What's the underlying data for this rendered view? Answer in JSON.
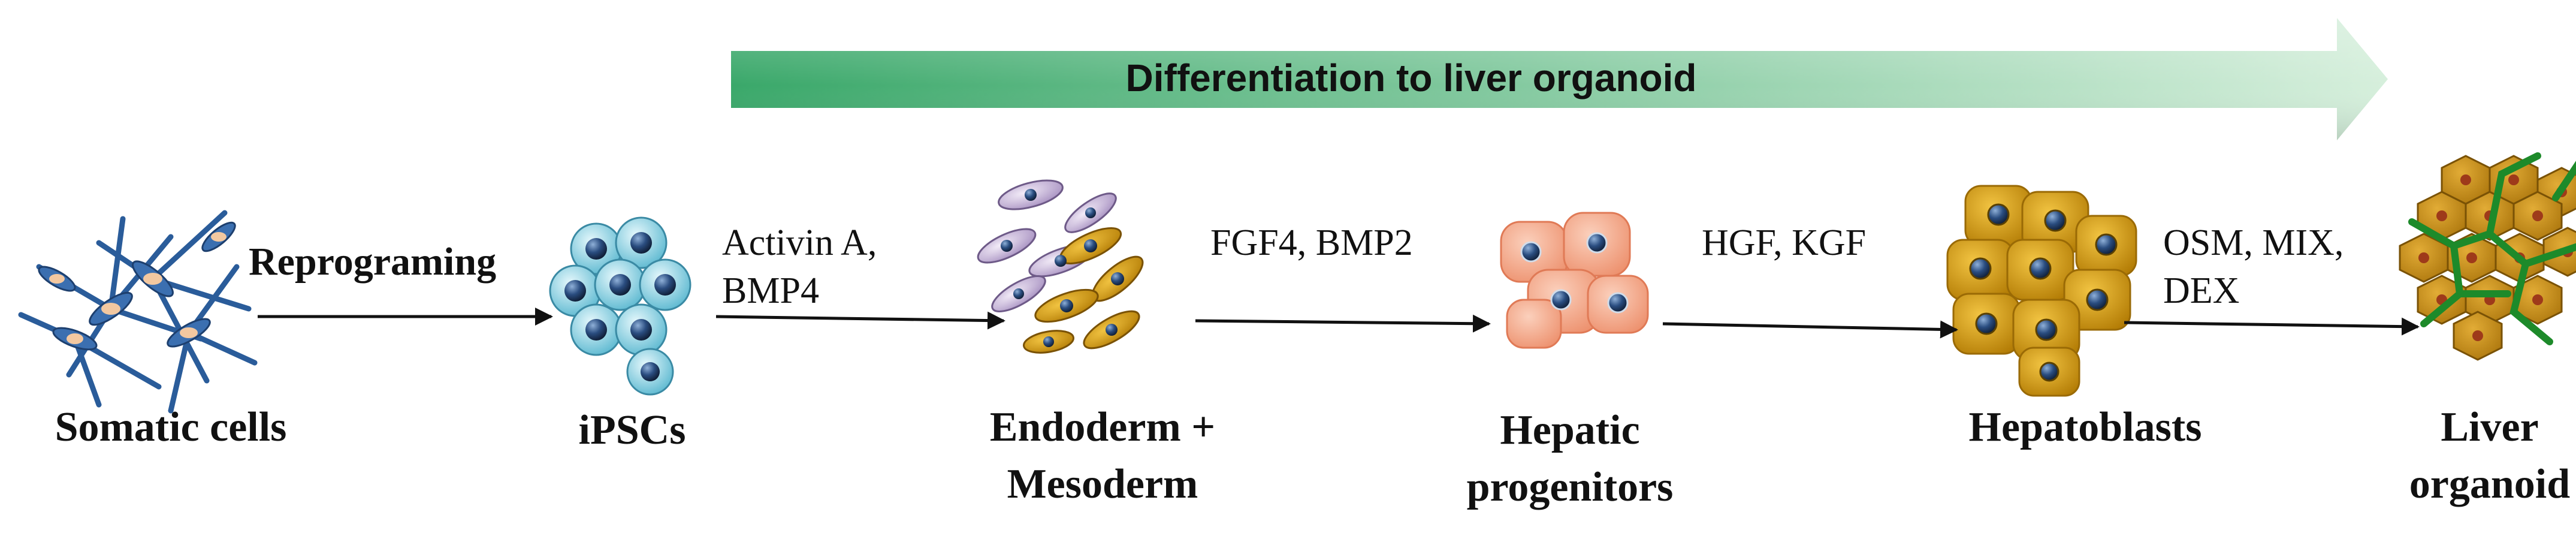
{
  "banner": {
    "text": "Differentiation to liver organoid"
  },
  "stages": [
    {
      "id": "somatic",
      "label_lines": [
        "Somatic cells"
      ],
      "icon": "somatic-cells-icon"
    },
    {
      "id": "ipsc",
      "label_lines": [
        "iPSCs"
      ],
      "icon": "ipsc-cluster-icon"
    },
    {
      "id": "endo",
      "label_lines": [
        "Endoderm +",
        "Mesoderm"
      ],
      "icon": "endoderm-mesoderm-cells-icon"
    },
    {
      "id": "hep-prog",
      "label_lines": [
        "Hepatic",
        "progenitors"
      ],
      "icon": "hepatic-progenitor-cells-icon"
    },
    {
      "id": "hepatoblasts",
      "label_lines": [
        "Hepatoblasts"
      ],
      "icon": "hepatoblast-cells-icon"
    },
    {
      "id": "organoid",
      "label_lines": [
        "Liver",
        "organoid"
      ],
      "icon": "liver-organoid-icon"
    }
  ],
  "transitions": [
    {
      "lines": [
        "Reprograming"
      ],
      "style": "bold"
    },
    {
      "lines": [
        "Activin A,",
        "BMP4"
      ],
      "style": "normal"
    },
    {
      "lines": [
        "FGF4, BMP2"
      ],
      "style": "normal"
    },
    {
      "lines": [
        "HGF, KGF"
      ],
      "style": "normal"
    },
    {
      "lines": [
        "OSM, MIX,",
        "DEX"
      ],
      "style": "normal"
    }
  ],
  "colors": {
    "banner_start": "#3aa86a",
    "banner_end": "#d6efdc",
    "somatic_cell": "#2a5c9a",
    "ipsc_cell": "#8fd6e8",
    "nucleus": "#1c2a44",
    "endo_cell_purple": "#d8c8e6",
    "endo_cell_gold": "#d8a020",
    "progenitor_cell": "#f4a585",
    "hepatoblast_cell": "#d49a10",
    "organoid_cell": "#c8941a",
    "organoid_vessel": "#1d8a2a",
    "arrow": "#111111"
  }
}
